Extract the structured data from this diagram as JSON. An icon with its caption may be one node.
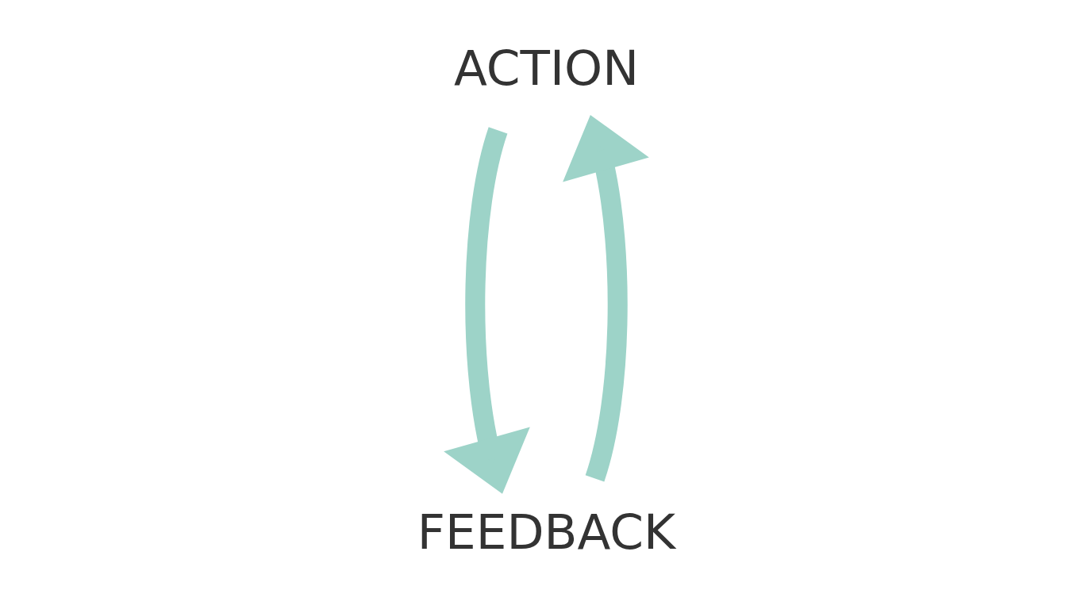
{
  "diagram": {
    "nodes": [
      {
        "text": [
          "ACTION"
        ]
      },
      {
        "text": [
          "FEEDBACK"
        ]
      }
    ],
    "edges": [
      {
        "from": 0,
        "to": 1,
        "arrow": "to"
      },
      {
        "from": 1,
        "to": 0,
        "arrow": "to"
      }
    ]
  }
}
